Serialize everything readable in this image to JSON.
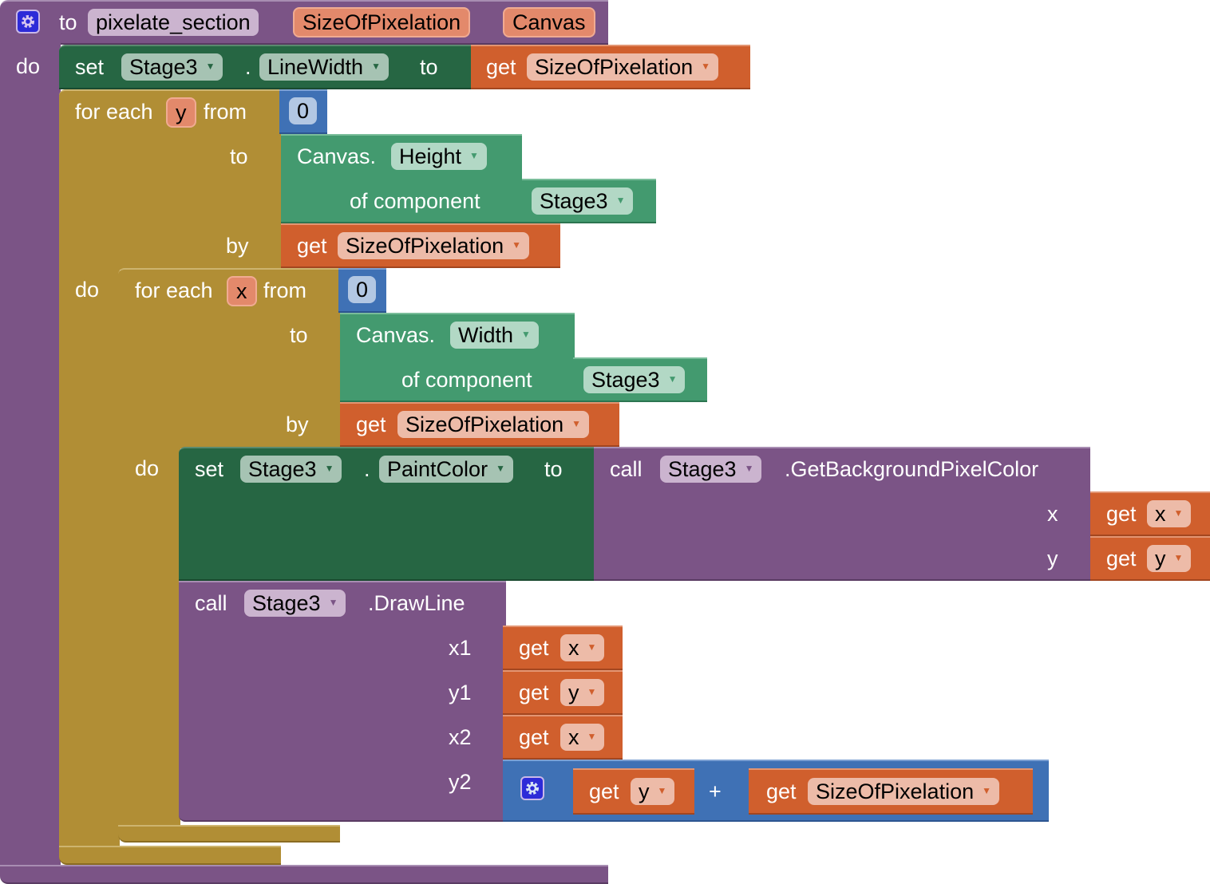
{
  "procedure": {
    "keyword_to": "to",
    "name": "pixelate_section",
    "params": [
      "SizeOfPixelation",
      "Canvas"
    ],
    "keyword_do": "do",
    "icon": "gear-icon"
  },
  "set_linewidth": {
    "keyword_set": "set",
    "component": "Stage3",
    "dot": ".",
    "property": "LineWidth",
    "keyword_to": "to",
    "value": {
      "keyword_get": "get",
      "variable": "SizeOfPixelation"
    }
  },
  "loop_y": {
    "keyword_for_each": "for each",
    "variable": "y",
    "keyword_from": "from",
    "from_value": "0",
    "keyword_to": "to",
    "to_value": {
      "prefix": "Canvas.",
      "property": "Height",
      "keyword_of_component": "of component",
      "component": "Stage3"
    },
    "keyword_by": "by",
    "by_value": {
      "keyword_get": "get",
      "variable": "SizeOfPixelation"
    },
    "keyword_do": "do"
  },
  "loop_x": {
    "keyword_for_each": "for each",
    "variable": "x",
    "keyword_from": "from",
    "from_value": "0",
    "keyword_to": "to",
    "to_value": {
      "prefix": "Canvas.",
      "property": "Width",
      "keyword_of_component": "of component",
      "component": "Stage3"
    },
    "keyword_by": "by",
    "by_value": {
      "keyword_get": "get",
      "variable": "SizeOfPixelation"
    },
    "keyword_do": "do"
  },
  "set_paintcolor": {
    "keyword_set": "set",
    "component": "Stage3",
    "dot": ".",
    "property": "PaintColor",
    "keyword_to": "to",
    "call": {
      "keyword_call": "call",
      "component": "Stage3",
      "method": ".GetBackgroundPixelColor",
      "args": [
        {
          "label": "x",
          "keyword_get": "get",
          "variable": "x"
        },
        {
          "label": "y",
          "keyword_get": "get",
          "variable": "y"
        }
      ]
    }
  },
  "drawline": {
    "keyword_call": "call",
    "component": "Stage3",
    "method": ".DrawLine",
    "args": [
      {
        "label": "x1",
        "keyword_get": "get",
        "variable": "x"
      },
      {
        "label": "y1",
        "keyword_get": "get",
        "variable": "y"
      },
      {
        "label": "x2",
        "keyword_get": "get",
        "variable": "x"
      },
      {
        "label": "y2"
      }
    ],
    "y2_expr": {
      "icon": "gear-icon",
      "left": {
        "keyword_get": "get",
        "variable": "y"
      },
      "operator": "+",
      "right": {
        "keyword_get": "get",
        "variable": "SizeOfPixelation"
      }
    }
  },
  "colors": {
    "procedure": "#7b5486",
    "control": "#b18e35",
    "setter": "#266643",
    "component": "#439a6f",
    "variable": "#d05f2d",
    "math": "#3f71b5"
  },
  "dropdown_arrow": "▼"
}
